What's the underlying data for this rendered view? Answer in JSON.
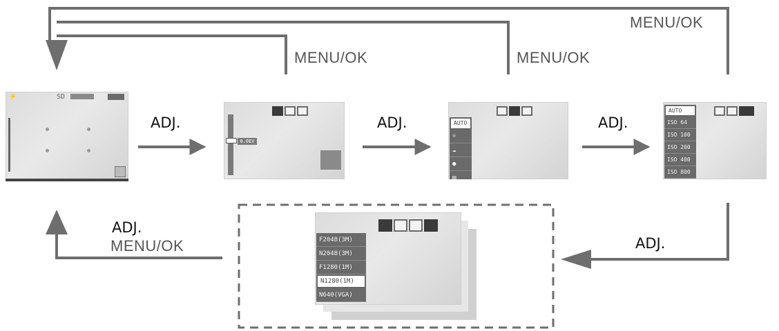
{
  "labels": {
    "menu_ok": "MENU/OK",
    "adj": "ADJ."
  },
  "screens": {
    "screen1": {
      "badge": "SD"
    },
    "screen2": {
      "value": "0.0EV"
    },
    "screen3": {
      "items": [
        "AUTO",
        "",
        "",
        ""
      ]
    },
    "screen4": {
      "items": [
        "AUTO",
        "ISO 64",
        "ISO 100",
        "ISO 200",
        "ISO 400",
        "ISO 800"
      ]
    },
    "screen5": {
      "items": [
        "F2048(3M)",
        "N2048(3M)",
        "F1280(1M)",
        "N1280(1M)",
        "N640(VGA)"
      ]
    }
  },
  "colors": {
    "line": "#6e6e6e",
    "label": "#111111",
    "menu_bg": "#6a6a6a",
    "screen_bg": "#e2e2e2"
  }
}
